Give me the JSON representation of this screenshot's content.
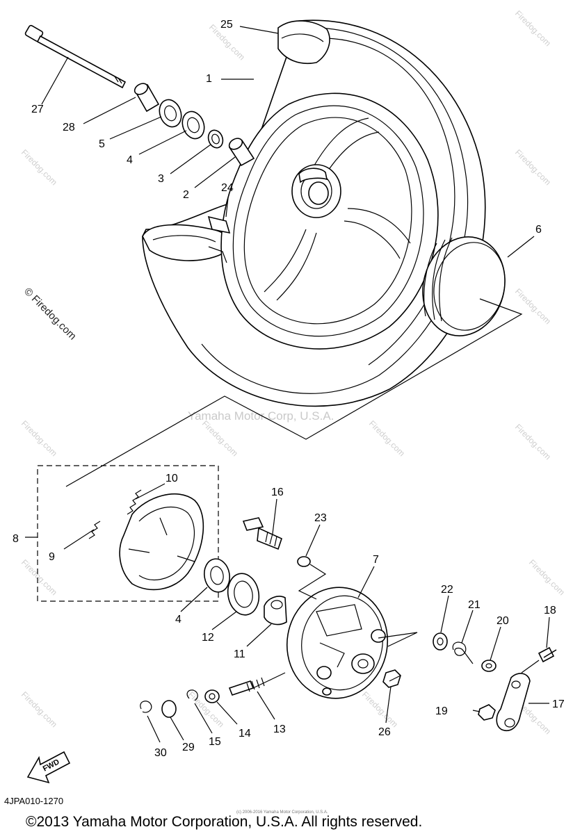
{
  "callouts": [
    "25",
    "1",
    "27",
    "28",
    "5",
    "4",
    "3",
    "2",
    "24",
    "6",
    "10",
    "8",
    "9",
    "16",
    "23",
    "7",
    "22",
    "21",
    "20",
    "18",
    "4",
    "12",
    "11",
    "17",
    "19",
    "13",
    "26",
    "30",
    "29",
    "15",
    "14"
  ],
  "watermarks": {
    "firedog": "© Firedog.com",
    "firedog_short": "Firedog.com",
    "yamaha": "Yamaha Motor Corp, U.S.A."
  },
  "fwd_label": "FWD",
  "diagram_code": "4JPA010-1270",
  "copyright": "©2013 Yamaha Motor Corporation, U.S.A. All rights reserved.",
  "fine_print": "(c) 2006-2016 Yamaha Motor Corporation, U.S.A."
}
